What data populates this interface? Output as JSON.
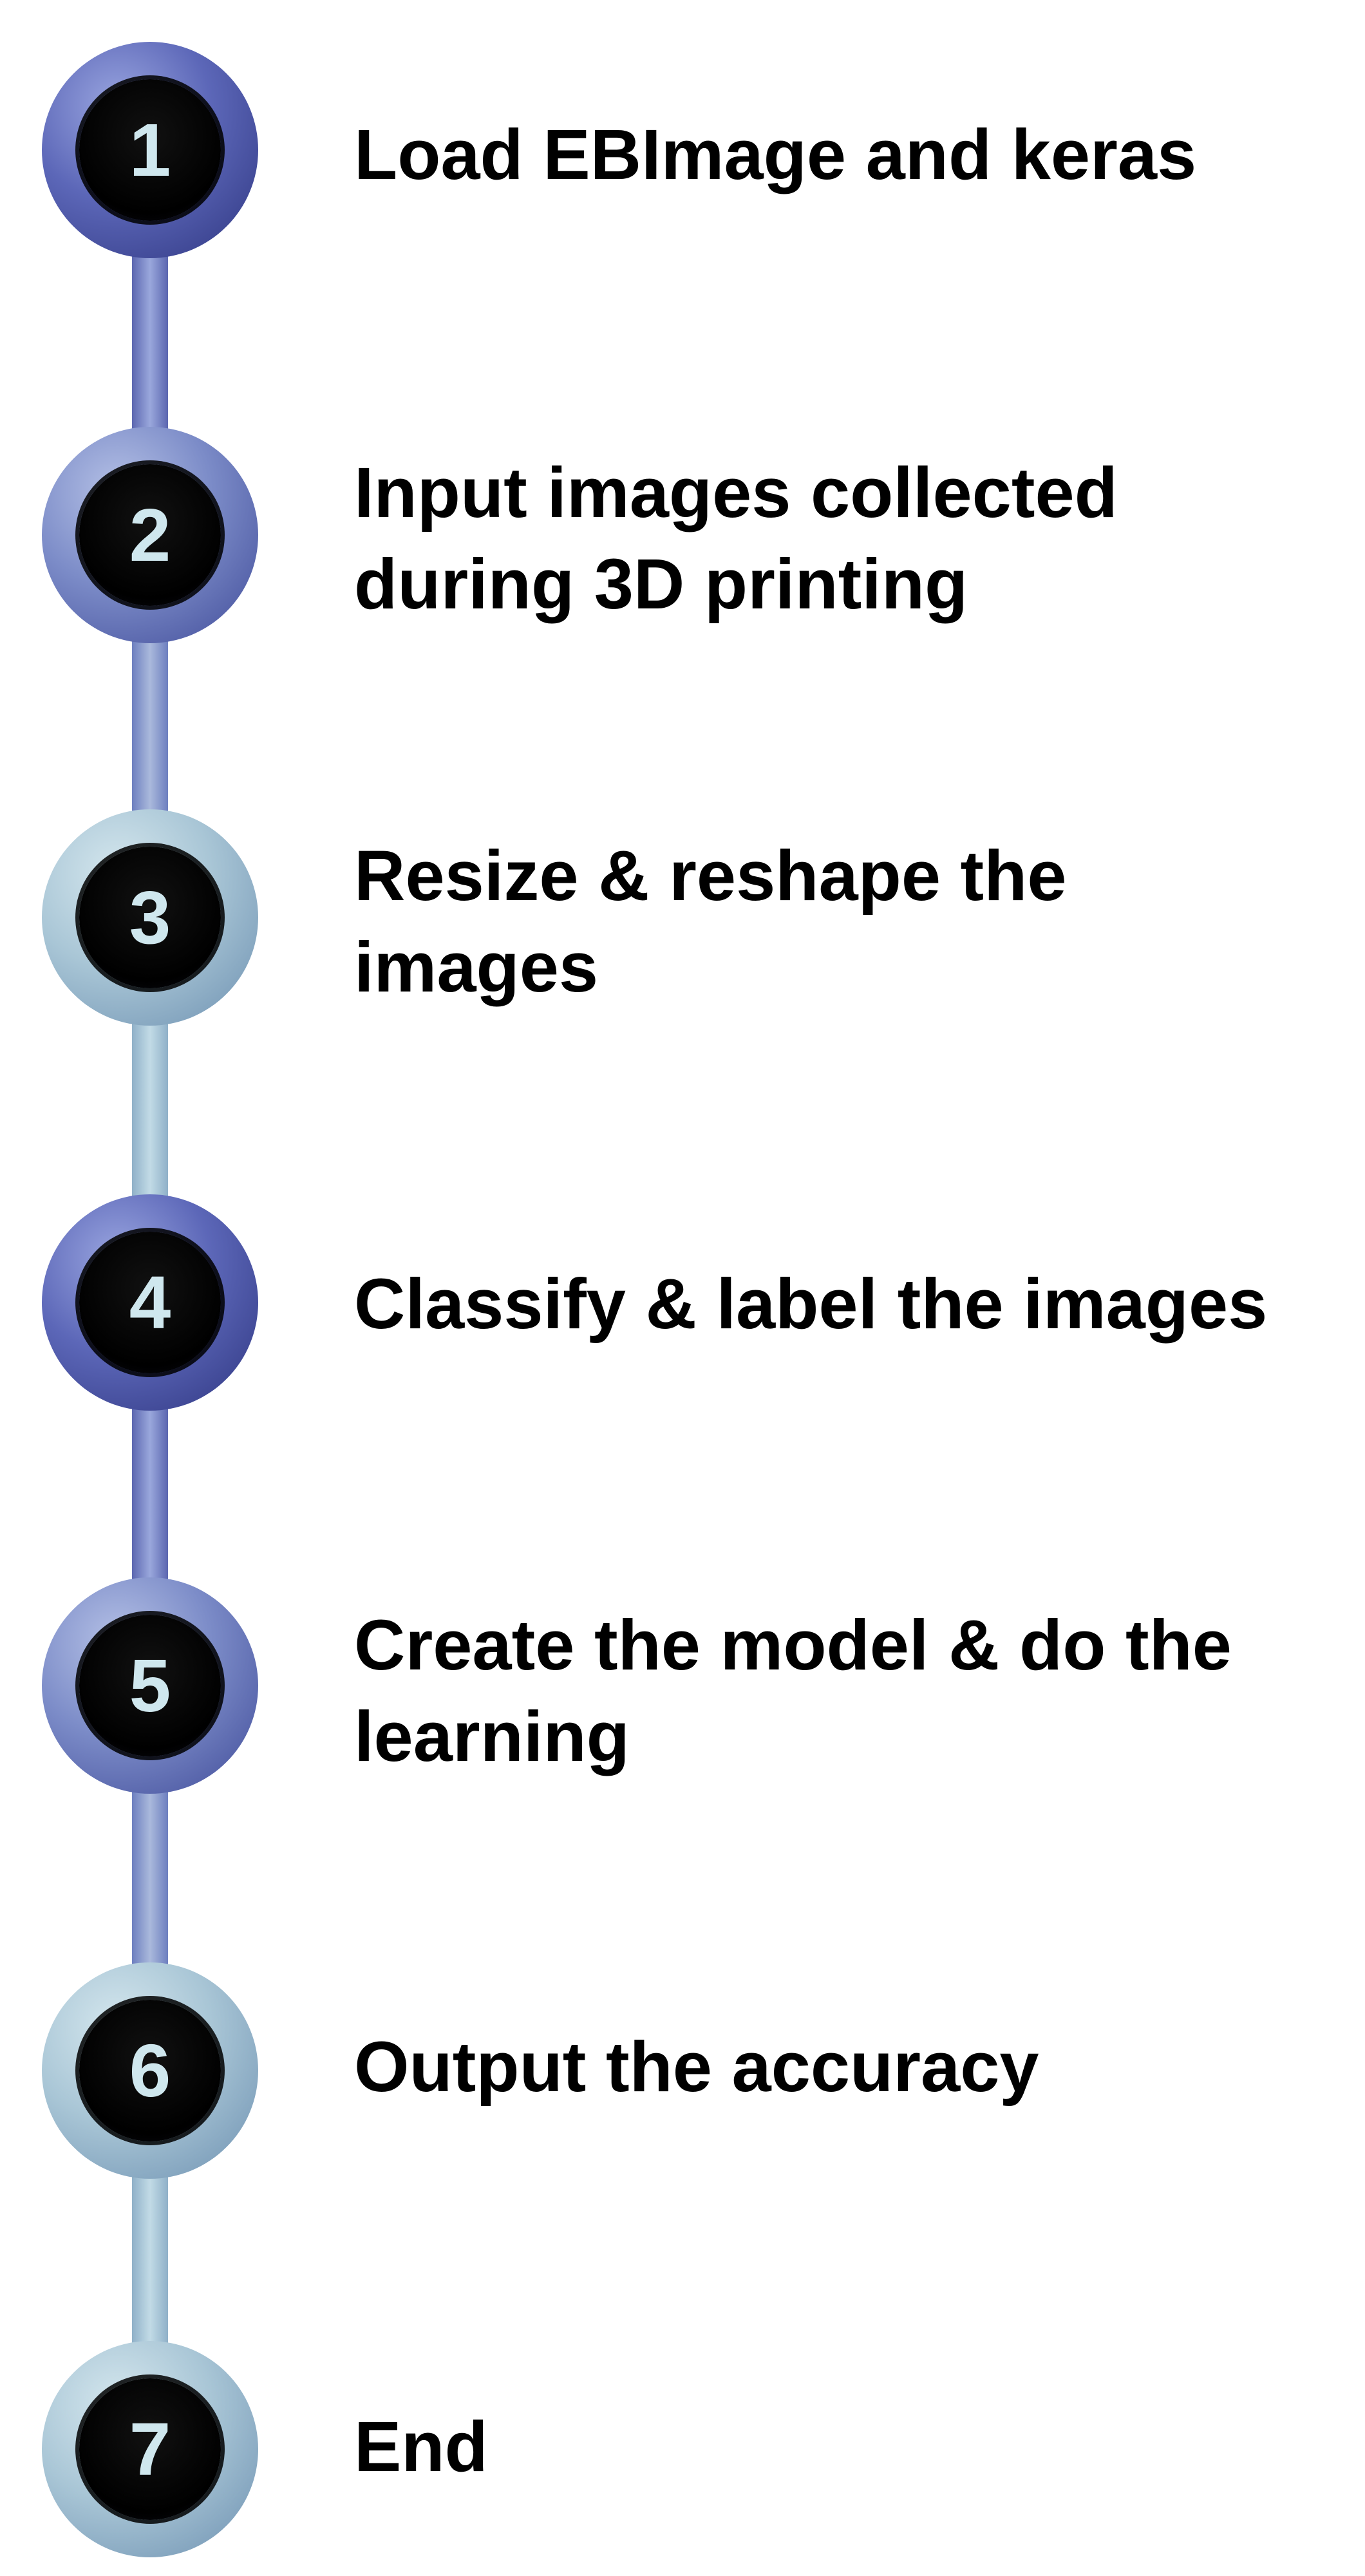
{
  "steps": [
    {
      "number": "1",
      "text": "Load EBImage and keras"
    },
    {
      "number": "2",
      "text": "Input images collected\nduring 3D printing"
    },
    {
      "number": "3",
      "text": "Resize & reshape the\nimages"
    },
    {
      "number": "4",
      "text": "Classify & label the images"
    },
    {
      "number": "5",
      "text": "Create the model & do the\nlearning"
    },
    {
      "number": "6",
      "text": "Output the accuracy"
    },
    {
      "number": "7",
      "text": "End"
    }
  ],
  "colors": {
    "ring_dark": "#3a4496",
    "ring_mid": "#7f8fc6",
    "ring_light": "#a9c6d6",
    "node_fill": "#000000",
    "number_color": "#cfe7ee",
    "text_color": "#000000"
  }
}
